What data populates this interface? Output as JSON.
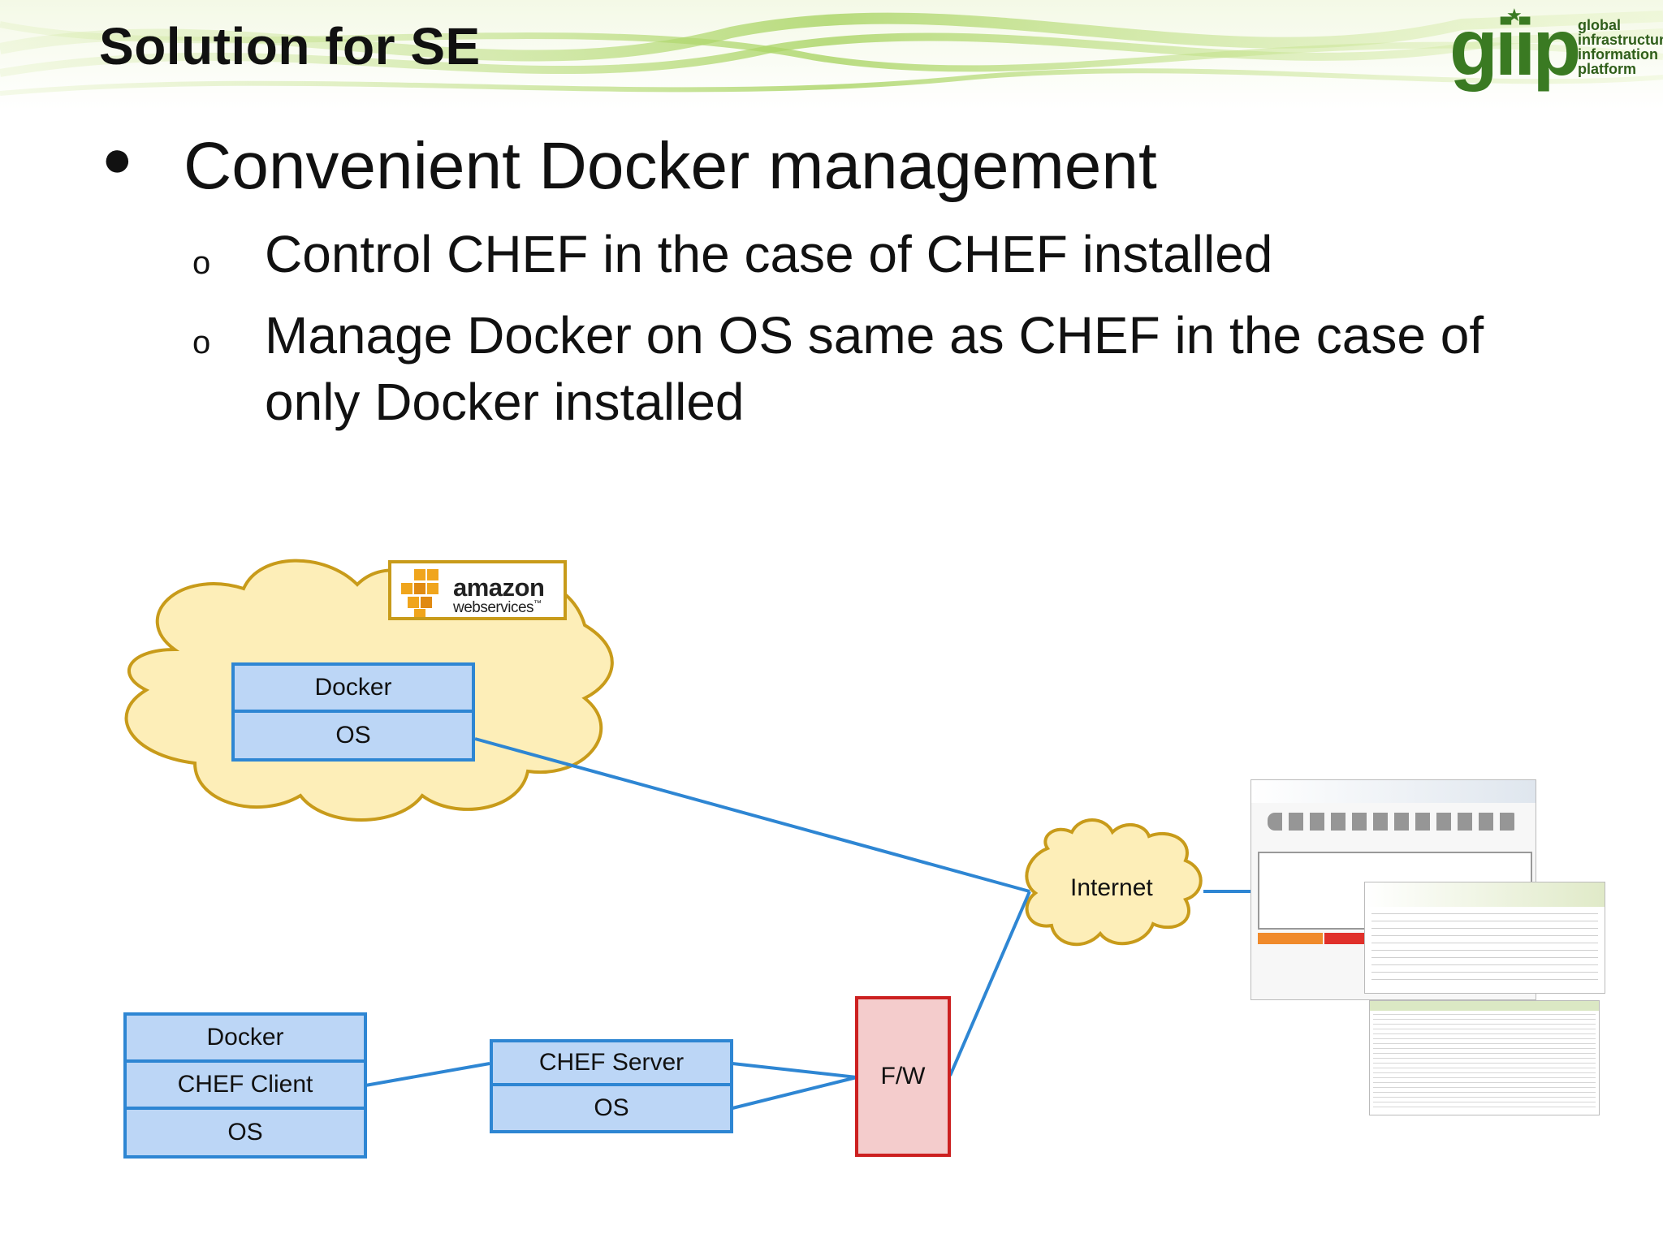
{
  "header": {
    "title": "Solution for SE"
  },
  "logo": {
    "mark": "giip",
    "tagline": [
      "global",
      "infrastructure",
      "information",
      "platform"
    ]
  },
  "content": {
    "bullet_glyph": "●",
    "sub_glyph": "o",
    "main_point": "Convenient Docker management",
    "sub_points": [
      "Control CHEF in the case of CHEF installed",
      "Manage Docker on OS same as CHEF in the case of only Docker installed"
    ]
  },
  "diagram": {
    "aws_logo": {
      "line1": "amazon",
      "line2": "webservices",
      "tm": "™"
    },
    "cloud_stack": [
      "Docker",
      "OS"
    ],
    "internet_label": "Internet",
    "client_stack": [
      "Docker",
      "CHEF Client",
      "OS"
    ],
    "server_stack": [
      "CHEF Server",
      "OS"
    ],
    "firewall_label": "F/W"
  },
  "colors": {
    "box_fill": "#bcd6f6",
    "box_border": "#2e86d3",
    "connector": "#2e86d3",
    "cloud_fill": "#fdeeb8",
    "cloud_border": "#c89b1a",
    "firewall_fill": "#f4cccc",
    "firewall_border": "#cc2020",
    "brand_green": "#3a7a22"
  }
}
